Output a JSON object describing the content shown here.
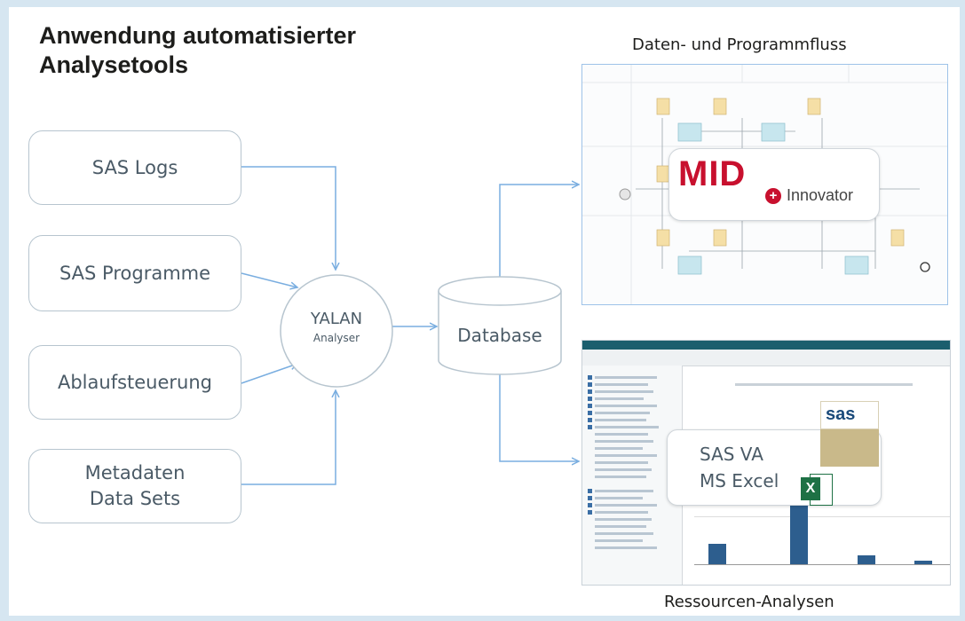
{
  "title": {
    "line1": "Anwendung automatisierter",
    "line2": "Analysetools"
  },
  "sources": {
    "sas_logs": "SAS Logs",
    "sas_programme": "SAS Programme",
    "ablaufsteuerung": "Ablaufsteuerung",
    "metadaten_line1": "Metadaten",
    "metadaten_line2": "Data Sets"
  },
  "analyser": {
    "name": "YALAN",
    "sub": "Analyser"
  },
  "database": {
    "label": "Database"
  },
  "top_output": {
    "caption": "Daten- und Programmfluss",
    "brand": "MID",
    "product": "Innovator"
  },
  "bottom_output": {
    "caption": "Ressourcen-Analysen",
    "tool1": "SAS VA",
    "tool2": "MS Excel",
    "sas_logo": "sas",
    "excel_icon": "X"
  },
  "colors": {
    "arrow": "#7aaee0",
    "box_border": "#b7c5cf",
    "mid_red": "#c8102e",
    "sas_gold": "#c9b98a",
    "sas_bar": "#2d5e8e",
    "excel_green": "#1e7145"
  }
}
